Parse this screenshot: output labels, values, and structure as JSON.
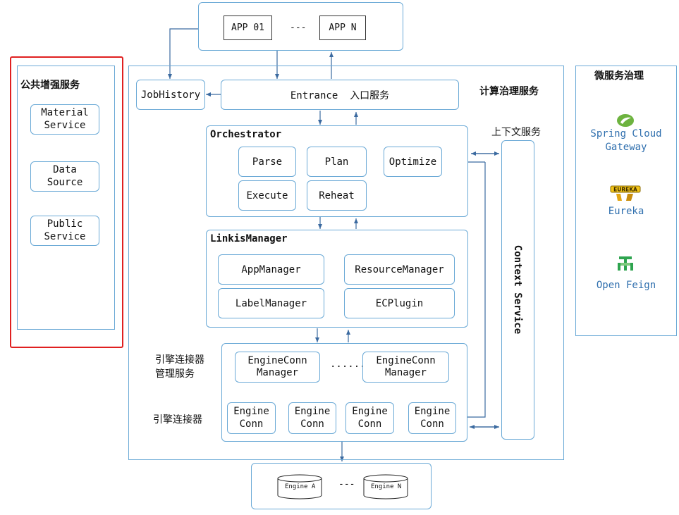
{
  "top": {
    "app_first": "APP 01",
    "ellipsis": "---",
    "app_last": "APP N"
  },
  "public_services": {
    "title": "公共增强服务",
    "items": [
      "Material\nService",
      "Data\nSource",
      "Public\nService"
    ]
  },
  "governance": {
    "title": "计算治理服务",
    "jobhistory": "JobHistory",
    "entrance": "Entrance  入口服务",
    "context_title": "上下文服务",
    "context_service": "Context Service"
  },
  "orchestrator": {
    "title": "Orchestrator",
    "items": [
      "Parse",
      "Plan",
      "Optimize",
      "Execute",
      "Reheat"
    ]
  },
  "linkis_manager": {
    "title": "LinkisManager",
    "items": [
      "AppManager",
      "ResourceManager",
      "LabelManager",
      "ECPlugin"
    ]
  },
  "engine_conn": {
    "manager_service_label": "引擎连接器\n管理服务",
    "connector_label": "引擎连接器",
    "manager_label": "EngineConn\nManager",
    "ellipsis": "......",
    "conn_label": "Engine\nConn",
    "conn_ellipsis": "........"
  },
  "engines": {
    "first": "Engine A",
    "ellipsis": "---",
    "last": "Engine N"
  },
  "microservice": {
    "title": "微服务治理",
    "items": [
      {
        "label": "Spring Cloud\nGateway",
        "icon": "spring-leaf-icon"
      },
      {
        "label": "Eureka",
        "icon": "eureka-logo-icon"
      },
      {
        "label": "Open Feign",
        "icon": "feign-logo-icon"
      }
    ]
  },
  "colors": {
    "border": "#6aa9d6",
    "arrow": "#3b6aa0",
    "highlight": "#e02020",
    "ms_text": "#2f6fae"
  }
}
